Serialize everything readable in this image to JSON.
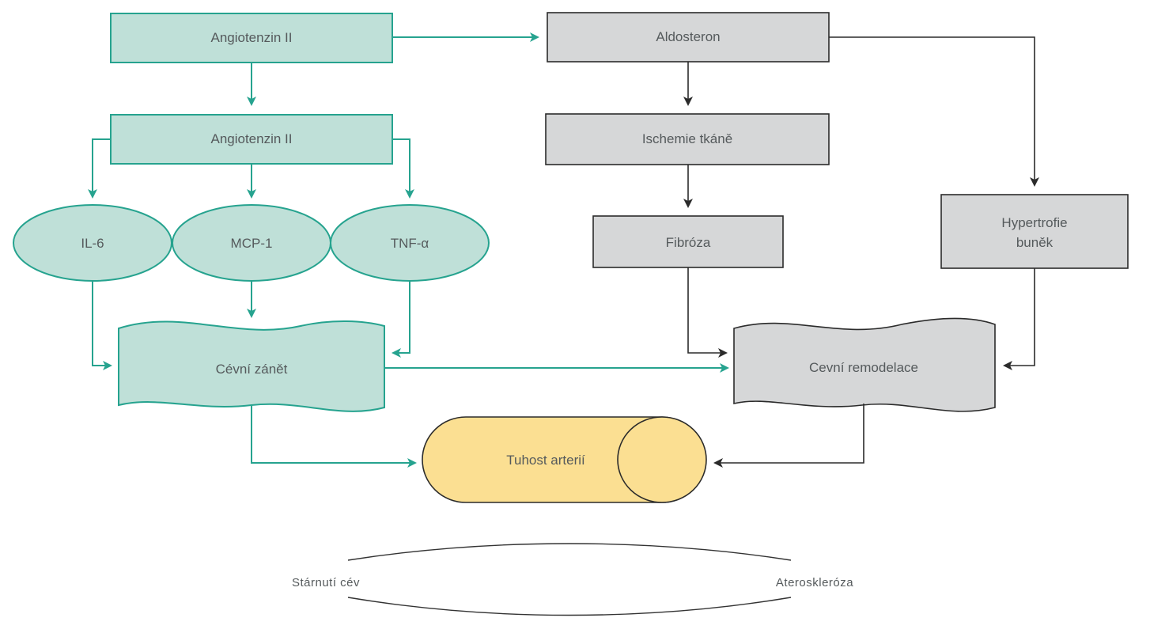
{
  "nodes": {
    "angiotenzin_top": "Angiotenzin II",
    "angiotenzin_mid": "Angiotenzin II",
    "il6": "IL-6",
    "mcp1": "MCP-1",
    "tnfa": "TNF-α",
    "cevni_zanet": "Cévní zánět",
    "aldosteron": "Aldosteron",
    "ischemie": "Ischemie tkáně",
    "fibroza": "Fibróza",
    "hypertrofie_line1": "Hypertrofie",
    "hypertrofie_line2": "buněk",
    "cevni_remodelace": "Cevní remodelace",
    "tuhost_arterii": "Tuhost arterií"
  },
  "bottom": {
    "left_label": "Stárnutí cév",
    "right_label": "Ateroskleróza"
  },
  "colors": {
    "teal_fill": "#bfe0d8",
    "teal_stroke": "#26a38f",
    "grey_fill": "#d6d7d8",
    "yellow_fill": "#fbdf92",
    "dark_stroke": "#2b2b2b"
  }
}
